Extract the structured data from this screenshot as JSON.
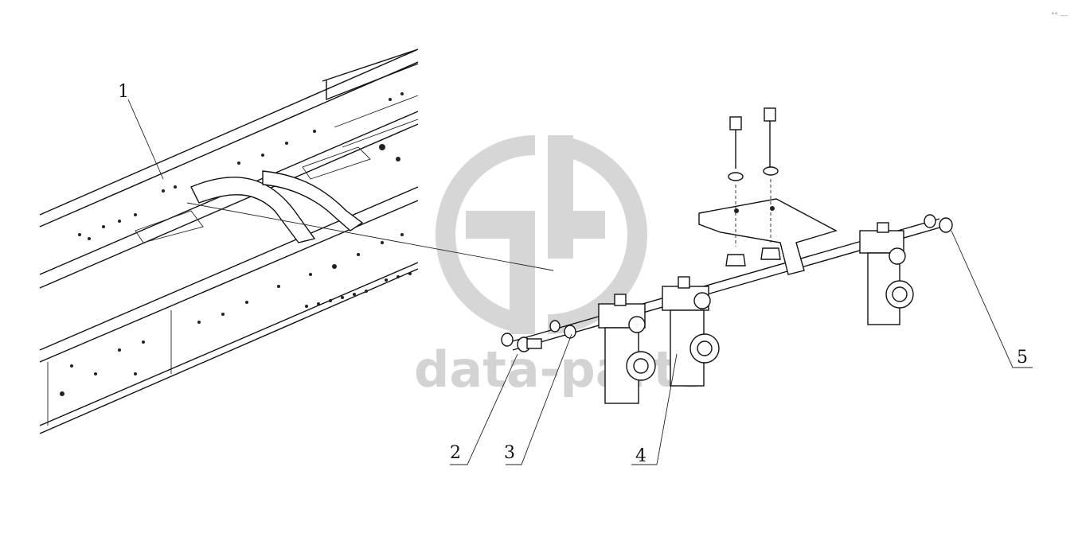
{
  "callouts": [
    {
      "id": "1",
      "label": "1"
    },
    {
      "id": "2",
      "label": "2"
    },
    {
      "id": "3",
      "label": "3"
    },
    {
      "id": "4",
      "label": "4"
    },
    {
      "id": "5",
      "label": "5"
    }
  ],
  "watermark": {
    "text": "data-parts",
    "logo_icon": "dp-logo-icon",
    "color": "#d3d3d3"
  },
  "corner_mark": {
    "text": "°° ––"
  }
}
